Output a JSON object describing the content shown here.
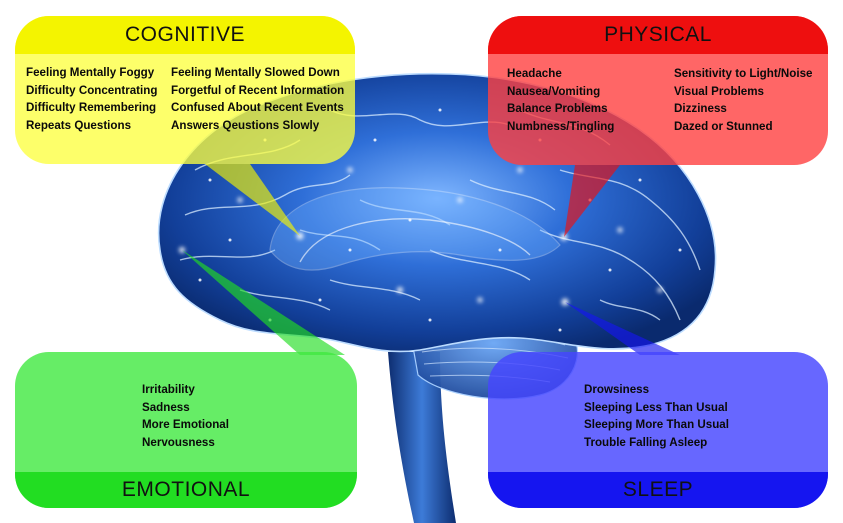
{
  "cognitive": {
    "title": "COGNITIVE",
    "col1": [
      "Feeling Mentally Foggy",
      "Difficulty Concentrating",
      "Difficulty Remembering",
      "Repeats Questions"
    ],
    "col2": [
      "Feeling Mentally Slowed Down",
      "Forgetful of Recent Information",
      "Confused About Recent Events",
      "Answers Qeustions Slowly"
    ]
  },
  "physical": {
    "title": "PHYSICAL",
    "col1": [
      "Headache",
      "Nausea/Vomiting",
      "Balance Problems",
      "Numbness/Tingling"
    ],
    "col2": [
      "Sensitivity to Light/Noise",
      "Visual Problems",
      "Dizziness",
      "Dazed or Stunned"
    ]
  },
  "emotional": {
    "title": "EMOTIONAL",
    "items": [
      "Irritability",
      "Sadness",
      "More Emotional",
      "Nervousness"
    ]
  },
  "sleep": {
    "title": "SLEEP",
    "items": [
      "Drowsiness",
      "Sleeping Less Than Usual",
      "Sleeping More Than Usual",
      "Trouble Falling Asleep"
    ]
  },
  "colors": {
    "cognitive": "#f4f400",
    "physical": "#ee0f0f",
    "emotional": "#22dd22",
    "sleep": "#1515f0",
    "brain_glow": "#3a7fe0"
  },
  "icons": [
    "brain-illustration"
  ]
}
